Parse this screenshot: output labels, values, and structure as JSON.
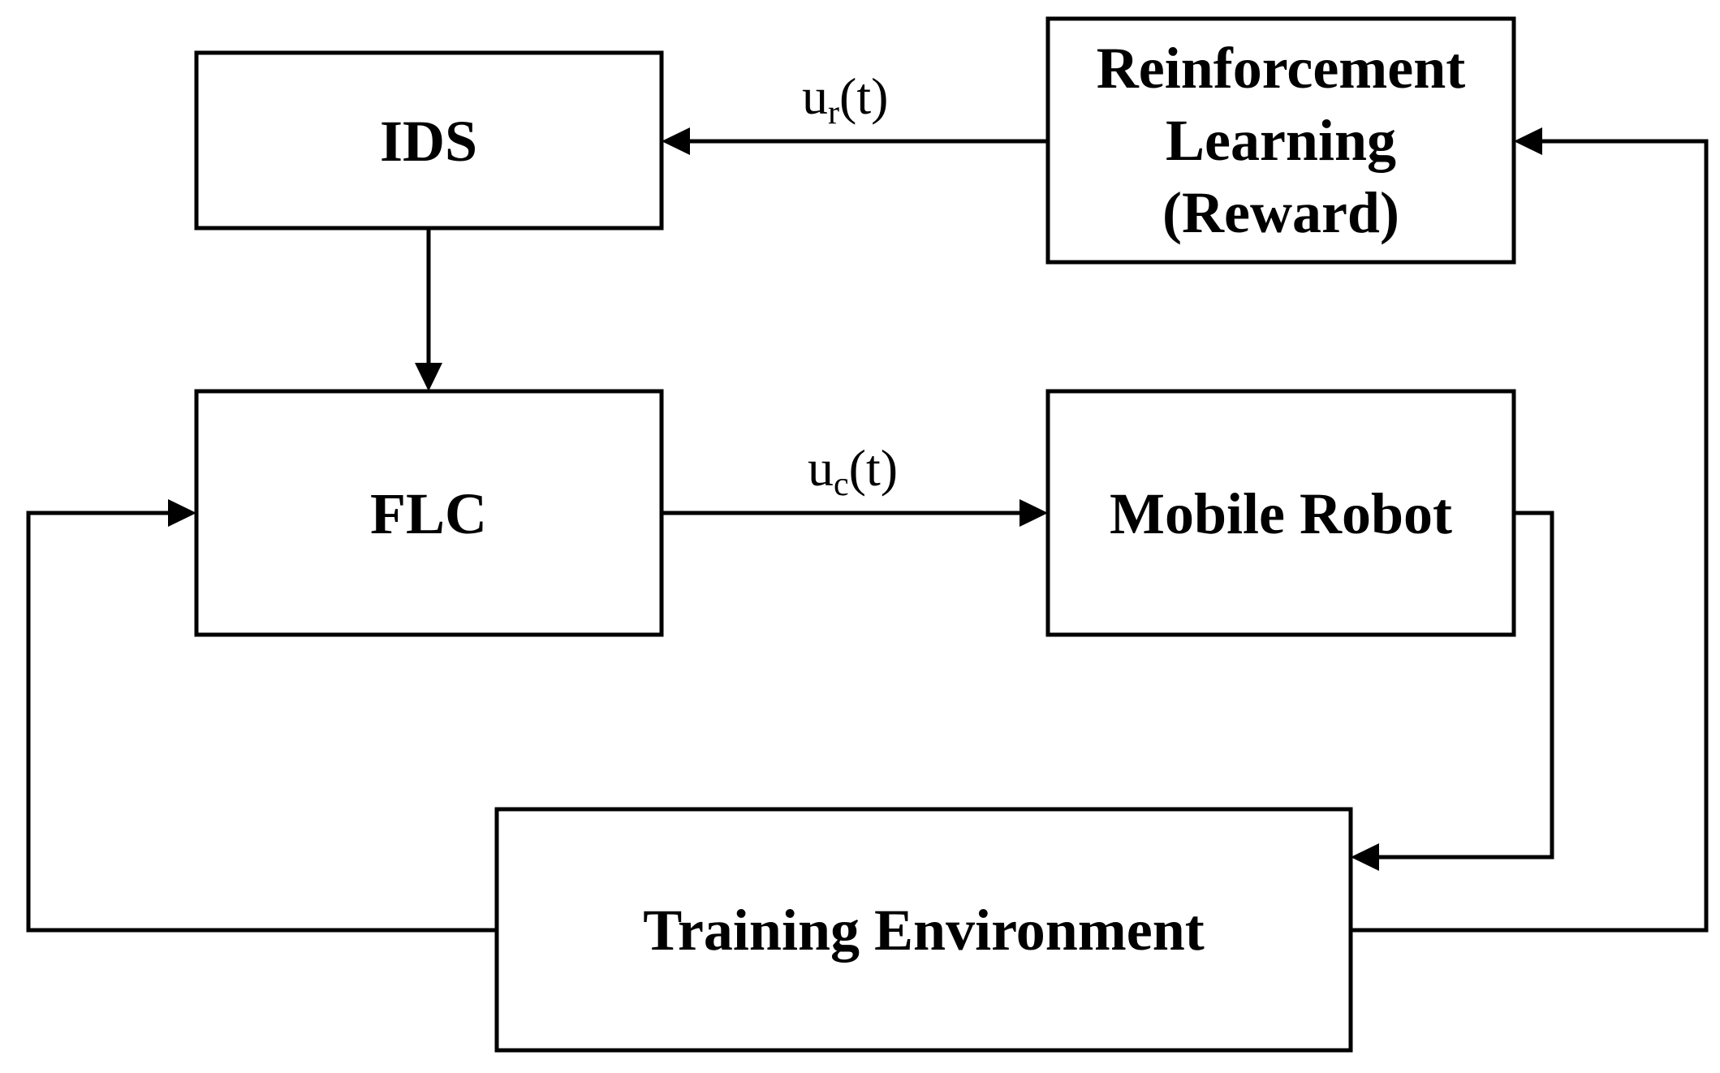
{
  "blocks": {
    "ids": "IDS",
    "rl": [
      "Reinforcement",
      "Learning",
      "(Reward)"
    ],
    "flc": "FLC",
    "robot": "Mobile Robot",
    "env": "Training Environment"
  },
  "signals": {
    "ur": {
      "base": "u",
      "sub": "r",
      "arg": "(t)"
    },
    "uc": {
      "base": "u",
      "sub": "c",
      "arg": "(t)"
    }
  }
}
